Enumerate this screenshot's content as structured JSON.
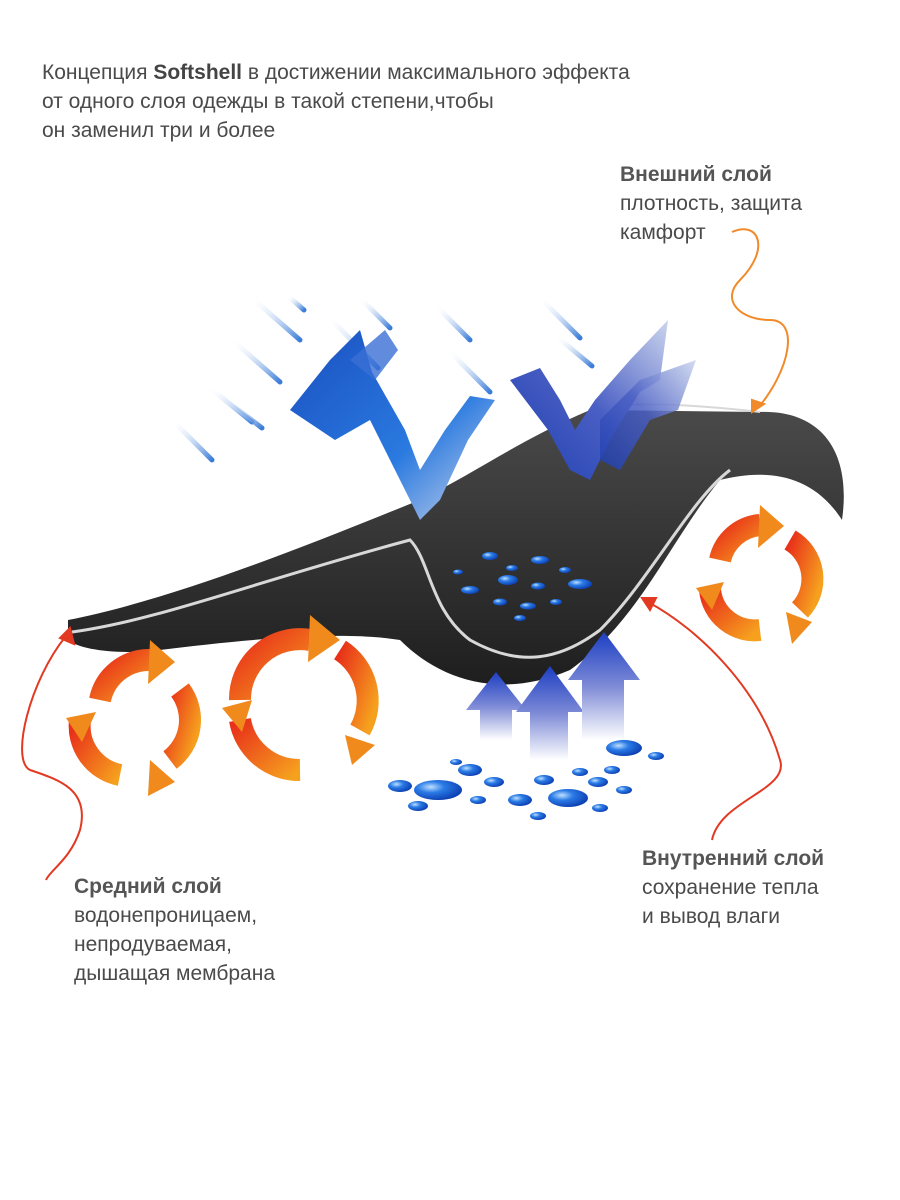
{
  "intro": {
    "prefix": "Концепция ",
    "brand": "Softshell",
    "line1_rest": " в достижении максимального эффекта",
    "line2": "от одного слоя одежды в такой степени,чтобы",
    "line3": "он заменил три и более"
  },
  "outer_layer": {
    "title": "Внешний слой",
    "line1": "плотность, защита",
    "line2": "камфорт"
  },
  "middle_layer": {
    "title": "Средний слой",
    "line1": "водонепроницаем,",
    "line2": "непродуваемая,",
    "line3": "дышащая мембрана"
  },
  "inner_layer": {
    "title": "Внутренний слой",
    "line1": "сохранение тепла",
    "line2": "и вывод влаги"
  },
  "colors": {
    "fabric": "#2b2b2b",
    "fabric_edge": "#d8d8d8",
    "rain_blue": "#1f5fc8",
    "heat_orange": "#f08a1c",
    "heat_red": "#e8381a",
    "leader_line": "#f08a2a",
    "leader_line_red": "#e23a22"
  }
}
